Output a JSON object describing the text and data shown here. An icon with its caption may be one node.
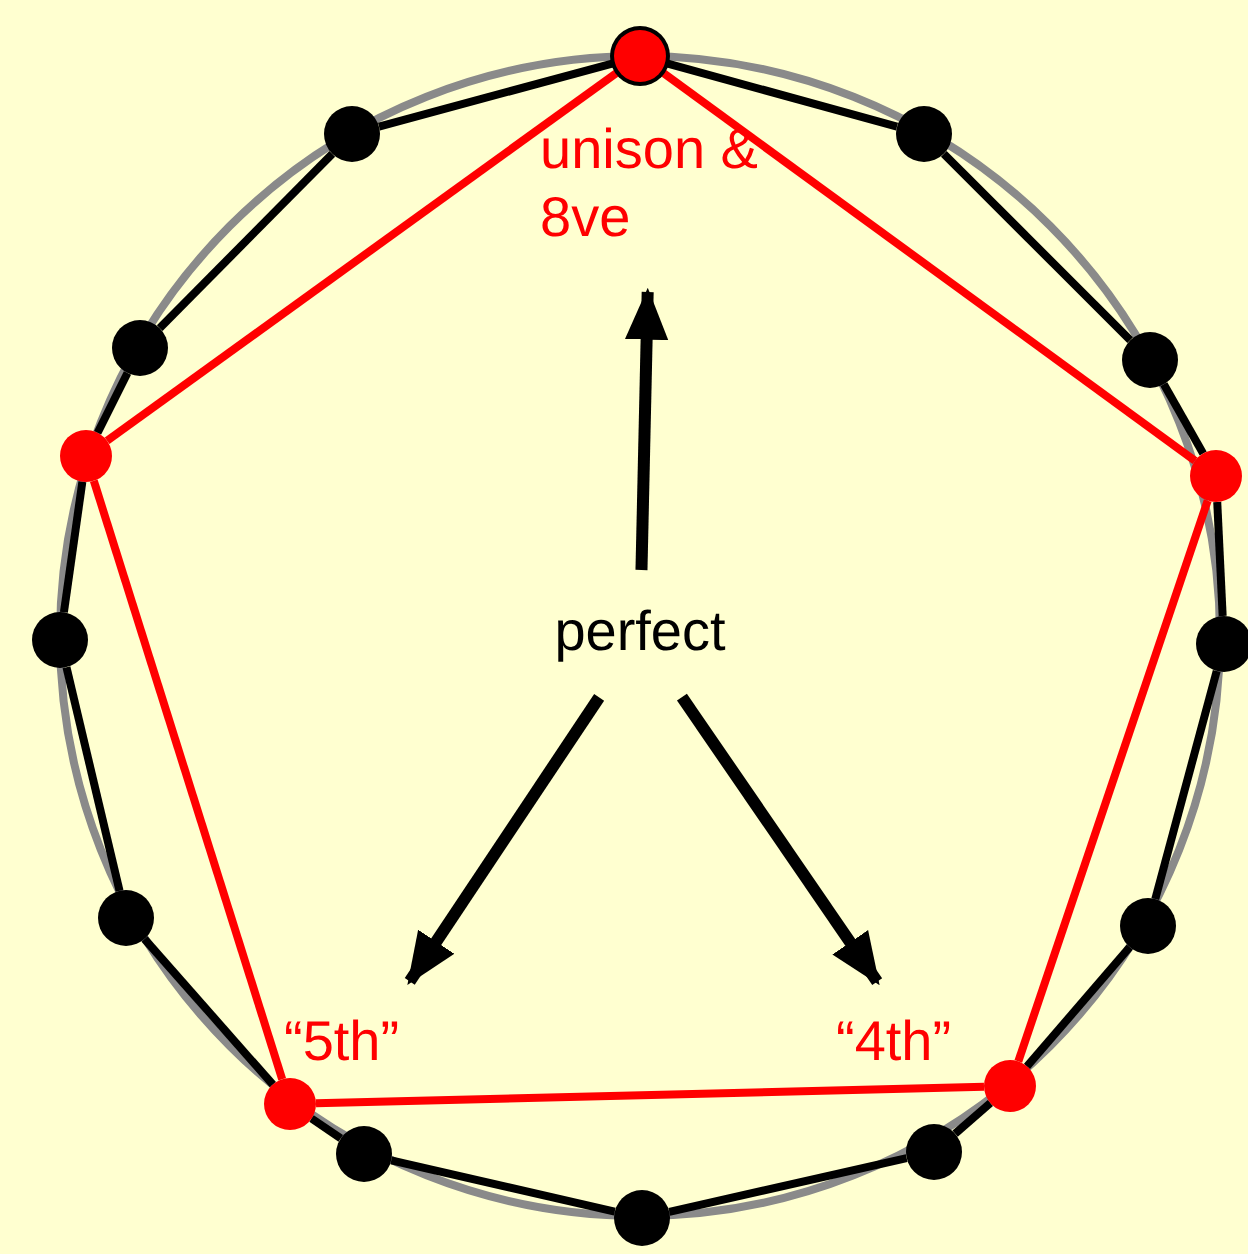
{
  "diagram": {
    "nodes": [
      {
        "text": [],
        "shape": "circle"
      },
      {
        "text": [],
        "shape": "circle"
      },
      {
        "text": [],
        "shape": "circle"
      },
      {
        "text": [],
        "shape": "circle"
      },
      {
        "text": [],
        "shape": "circle"
      },
      {
        "text": [],
        "shape": "circle"
      },
      {
        "text": [],
        "shape": "circle"
      },
      {
        "text": [],
        "shape": "circle"
      },
      {
        "text": [],
        "shape": "circle"
      },
      {
        "text": [],
        "shape": "circle"
      },
      {
        "text": [],
        "shape": "circle"
      },
      {
        "text": [],
        "shape": "circle"
      },
      {
        "text": [],
        "shape": "circle"
      },
      {
        "text": [],
        "shape": "circle"
      },
      {
        "text": [],
        "shape": "circle"
      },
      {
        "text": [],
        "shape": "circle"
      },
      {
        "text": [
          "unison & 8ve"
        ]
      },
      {
        "text": [
          "perfect"
        ]
      },
      {
        "text": [
          "“5th”"
        ]
      },
      {
        "text": [
          "“4th”"
        ]
      }
    ],
    "edges": [
      {
        "from": 0,
        "to": 1,
        "arrow": "none"
      },
      {
        "from": 1,
        "to": 2,
        "arrow": "none"
      },
      {
        "from": 2,
        "to": 3,
        "arrow": "none"
      },
      {
        "from": 3,
        "to": 4,
        "arrow": "none"
      },
      {
        "from": 4,
        "to": 5,
        "arrow": "none"
      },
      {
        "from": 5,
        "to": 6,
        "arrow": "none"
      },
      {
        "from": 6,
        "to": 7,
        "arrow": "none"
      },
      {
        "from": 7,
        "to": 8,
        "arrow": "none"
      },
      {
        "from": 8,
        "to": 9,
        "arrow": "none"
      },
      {
        "from": 9,
        "to": 10,
        "arrow": "none"
      },
      {
        "from": 10,
        "to": 11,
        "arrow": "none"
      },
      {
        "from": 11,
        "to": 12,
        "arrow": "none"
      },
      {
        "from": 12,
        "to": 13,
        "arrow": "none"
      },
      {
        "from": 13,
        "to": 14,
        "arrow": "none"
      },
      {
        "from": 14,
        "to": 15,
        "arrow": "none"
      },
      {
        "from": 15,
        "to": 0,
        "arrow": "none"
      },
      {
        "from": 0,
        "to": 3,
        "arrow": "none",
        "color": "#ff0000"
      },
      {
        "from": 3,
        "to": 6,
        "arrow": "none",
        "color": "#ff0000"
      },
      {
        "from": 6,
        "to": 10,
        "arrow": "none",
        "color": "#ff0000"
      },
      {
        "from": 10,
        "to": 13,
        "arrow": "none",
        "color": "#ff0000"
      },
      {
        "from": 13,
        "to": 0,
        "arrow": "none",
        "color": "#ff0000"
      },
      {
        "from": 17,
        "to": 16,
        "arrow": "to"
      },
      {
        "from": 17,
        "to": 18,
        "arrow": "to"
      },
      {
        "from": 17,
        "to": 19,
        "arrow": "to"
      }
    ]
  }
}
